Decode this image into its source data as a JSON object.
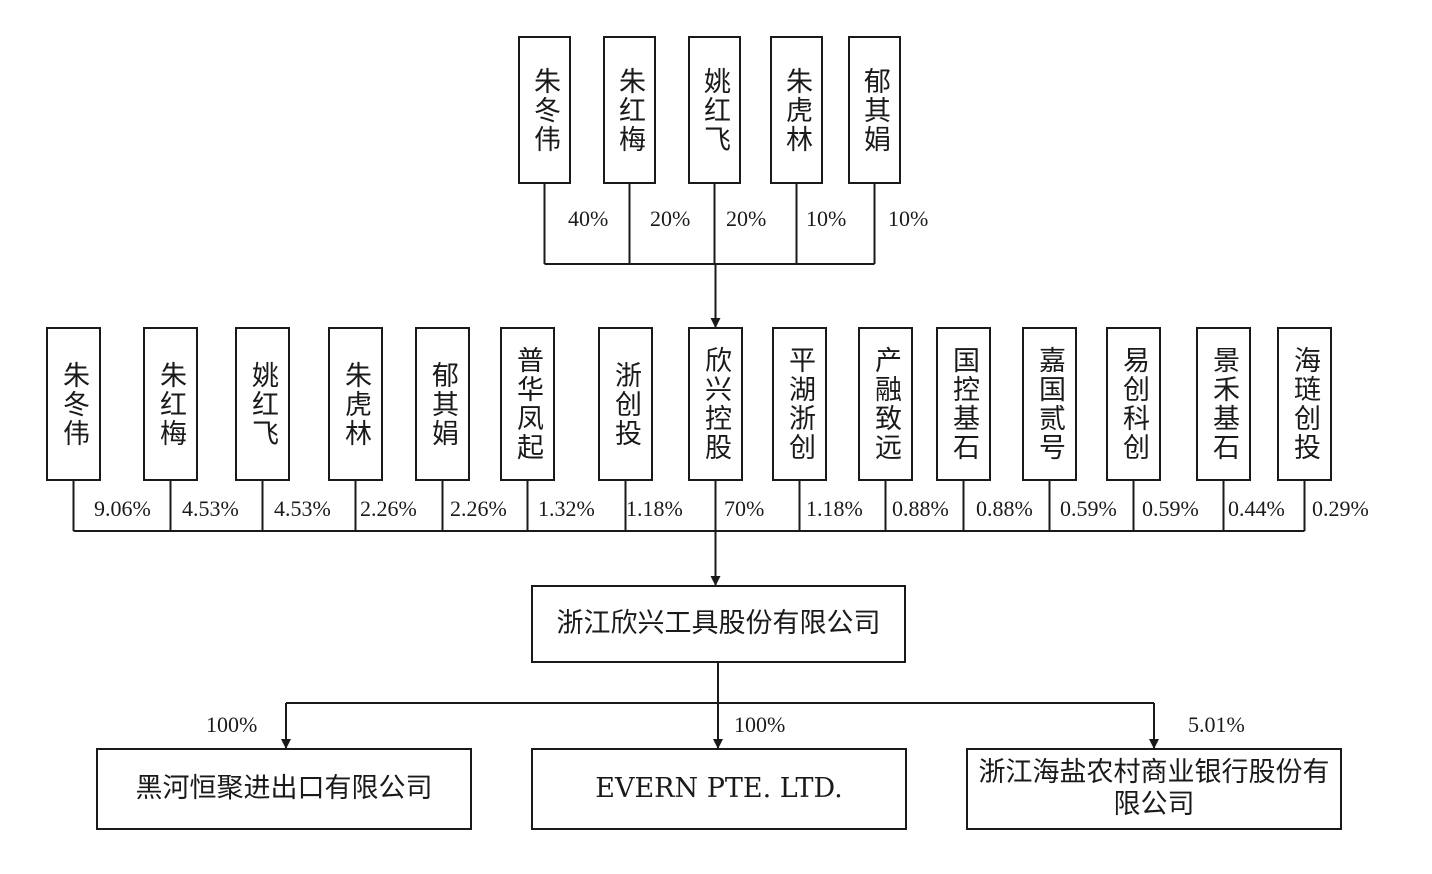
{
  "diagram": {
    "top_holders": [
      {
        "name": "朱冬伟",
        "pct": "40%"
      },
      {
        "name": "朱红梅",
        "pct": "20%"
      },
      {
        "name": "姚红飞",
        "pct": "20%"
      },
      {
        "name": "朱虎林",
        "pct": "10%"
      },
      {
        "name": "郁其娟",
        "pct": "10%"
      }
    ],
    "shareholders": [
      {
        "name": "朱冬伟",
        "pct": "9.06%"
      },
      {
        "name": "朱红梅",
        "pct": "4.53%"
      },
      {
        "name": "姚红飞",
        "pct": "4.53%"
      },
      {
        "name": "朱虎林",
        "pct": "2.26%"
      },
      {
        "name": "郁其娟",
        "pct": "2.26%"
      },
      {
        "name": "普华凤起",
        "pct": "1.32%"
      },
      {
        "name": "浙创投",
        "pct": "1.18%"
      },
      {
        "name": "欣兴控股",
        "pct": "70%"
      },
      {
        "name": "平湖浙创",
        "pct": "1.18%"
      },
      {
        "name": "产融致远",
        "pct": "0.88%"
      },
      {
        "name": "国控基石",
        "pct": "0.88%"
      },
      {
        "name": "嘉国贰号",
        "pct": "0.59%"
      },
      {
        "name": "易创科创",
        "pct": "0.59%"
      },
      {
        "name": "景禾基石",
        "pct": "0.44%"
      },
      {
        "name": "海琏创投",
        "pct": "0.29%"
      }
    ],
    "company": "浙江欣兴工具股份有限公司",
    "subsidiaries": [
      {
        "name": "黑河恒聚进出口有限公司",
        "pct": "100%"
      },
      {
        "name": "EVERN PTE. LTD.",
        "pct": "100%"
      },
      {
        "name": "浙江海盐农村商业银行股份有限公司",
        "pct": "5.01%"
      }
    ]
  }
}
